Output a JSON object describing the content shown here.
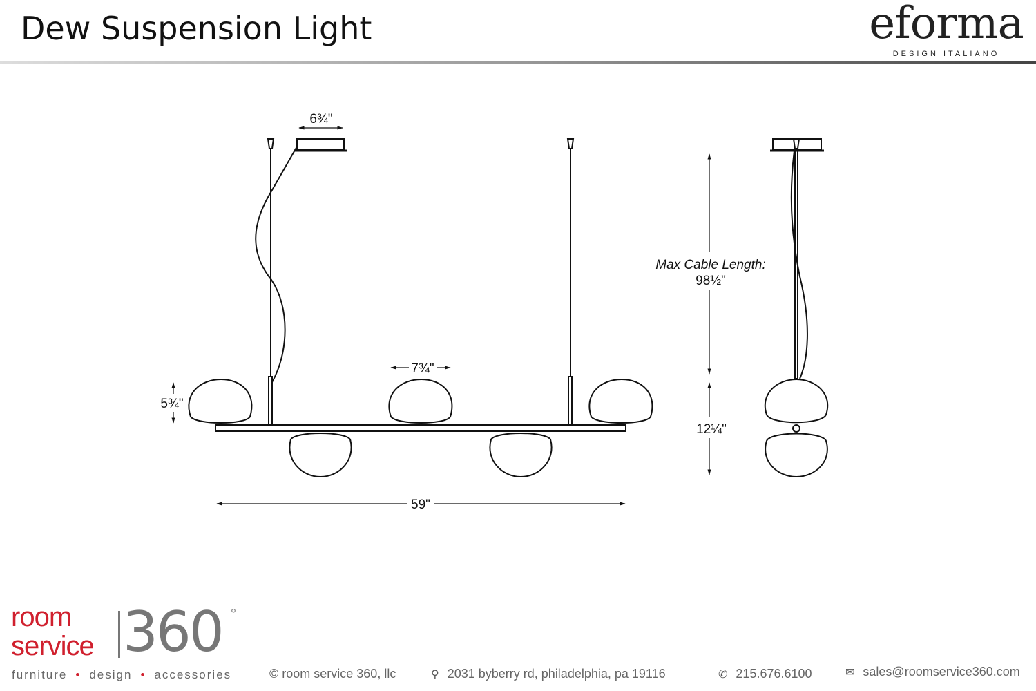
{
  "header": {
    "title": "Dew Suspension Light",
    "brand_name": "eforma",
    "brand_tagline": "DESIGN ITALIANO"
  },
  "drawing": {
    "canopy_width": "6¾\"",
    "shade_width": "7¾\"",
    "shade_height": "5¾\"",
    "overall_width": "59\"",
    "max_cable_label": "Max Cable Length:",
    "max_cable_value": "98½\"",
    "fixture_height": "12¼\""
  },
  "footer": {
    "logo_word1": "room",
    "logo_word2": "service",
    "logo_number": "360",
    "logo_degree": "°",
    "tagline": [
      "furniture",
      "design",
      "accessories"
    ],
    "copyright": "© room service 360, llc",
    "address": "2031 byberry rd, philadelphia, pa 19116",
    "phone": "215.676.6100",
    "email": "sales@roomservice360.com"
  }
}
